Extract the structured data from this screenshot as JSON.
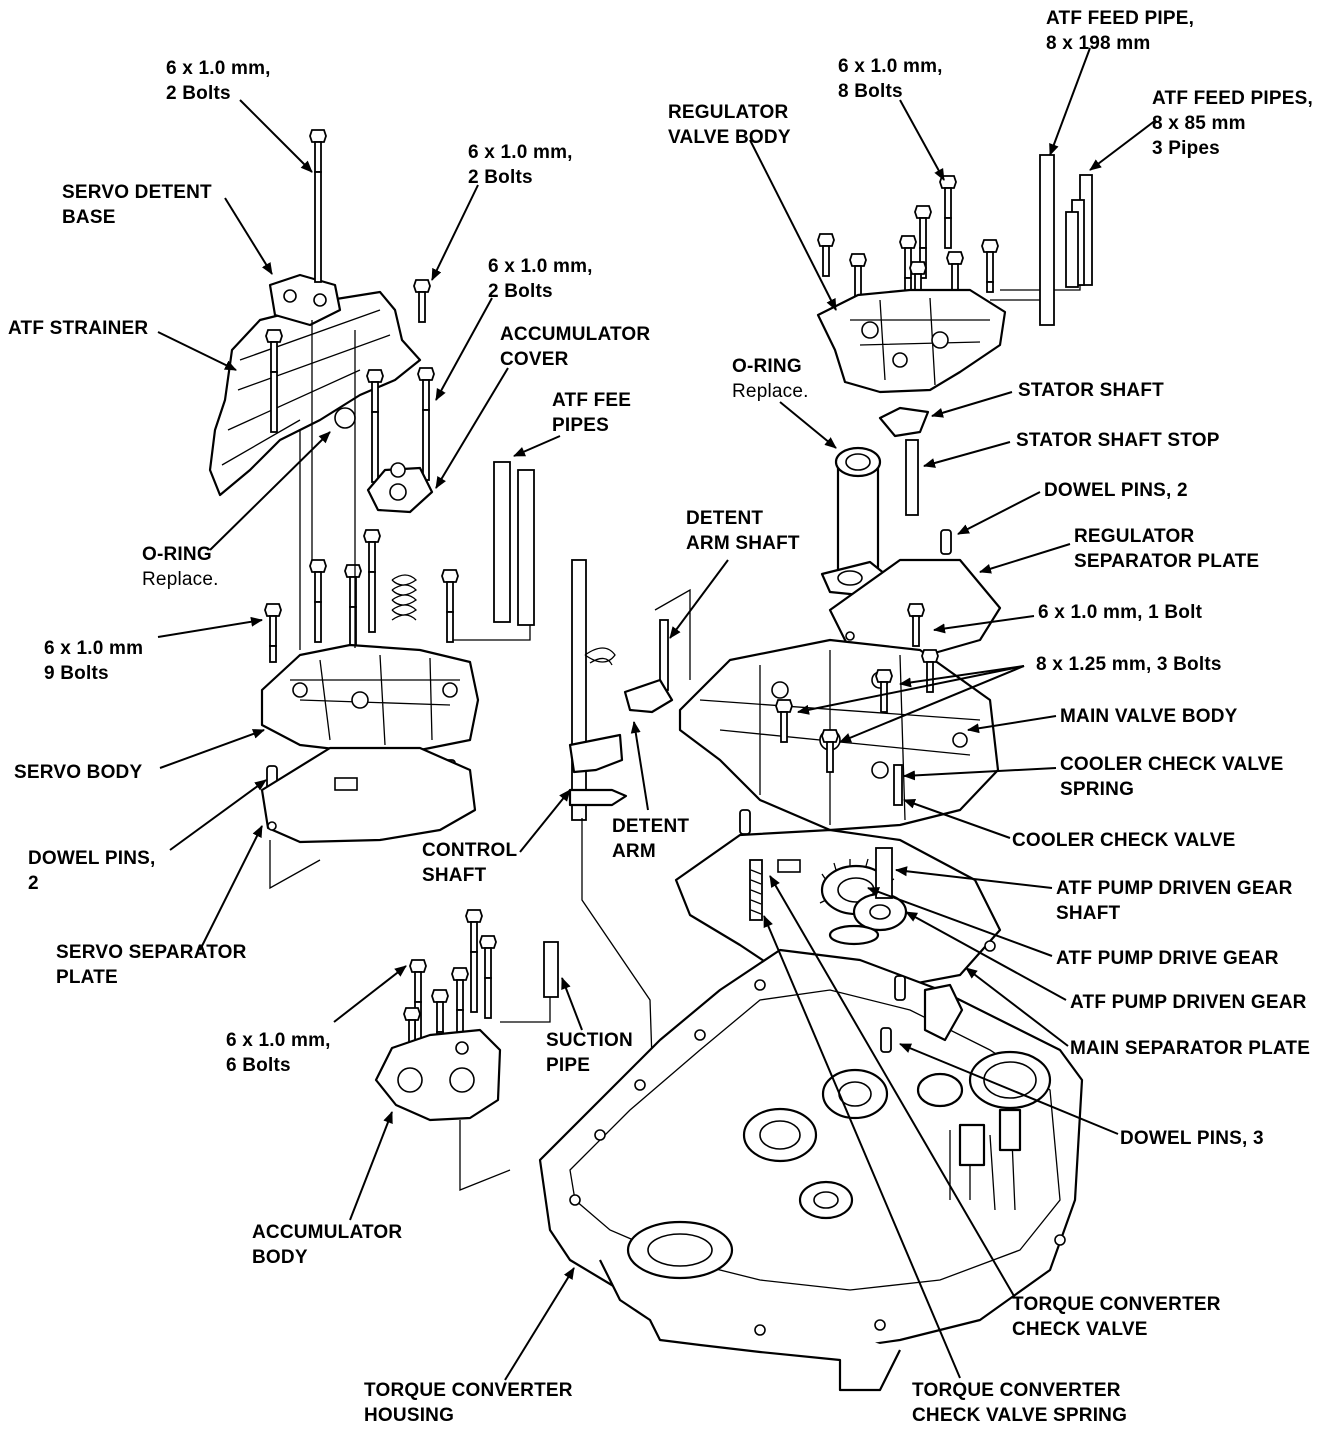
{
  "labels": {
    "bolts_2_top": [
      "6 x 1.0 mm,",
      "2 Bolts"
    ],
    "servo_detent_base": [
      "SERVO DETENT",
      "BASE"
    ],
    "bolts_2_mid": [
      "6 x 1.0 mm,",
      "2 Bolts"
    ],
    "atf_strainer": [
      "ATF STRAINER"
    ],
    "bolts_2_acc": [
      "6 x 1.0 mm,",
      "2 Bolts"
    ],
    "accumulator_cover": [
      "ACCUMULATOR",
      "COVER"
    ],
    "atf_fee_pipes": [
      "ATF FEE",
      "PIPES"
    ],
    "o_ring_left": [
      "O-RING"
    ],
    "o_ring_left_note": "Replace.",
    "bolts_9": [
      "6 x 1.0 mm",
      "9 Bolts"
    ],
    "servo_body": [
      "SERVO BODY"
    ],
    "dowel_pins_2_left": [
      "DOWEL PINS,",
      "2"
    ],
    "servo_separator_plate": [
      "SERVO SEPARATOR",
      "PLATE"
    ],
    "control_shaft": [
      "CONTROL",
      "SHAFT"
    ],
    "detent_arm_shaft": [
      "DETENT",
      "ARM SHAFT"
    ],
    "detent_arm": [
      "DETENT",
      "ARM"
    ],
    "bolts_6": [
      "6 x 1.0 mm,",
      "6 Bolts"
    ],
    "suction_pipe": [
      "SUCTION",
      "PIPE"
    ],
    "accumulator_body": [
      "ACCUMULATOR",
      "BODY"
    ],
    "torque_converter_housing": [
      "TORQUE CONVERTER",
      "HOUSING"
    ],
    "atf_feed_pipe": [
      "ATF FEED PIPE,",
      "8 x 198 mm"
    ],
    "bolts_8": [
      "6 x 1.0 mm,",
      "8 Bolts"
    ],
    "atf_feed_pipes_3": [
      "ATF FEED PIPES,",
      "8 x 85 mm",
      "3 Pipes"
    ],
    "regulator_valve_body": [
      "REGULATOR",
      "VALVE BODY"
    ],
    "o_ring_right": [
      "O-RING"
    ],
    "o_ring_right_note": "Replace.",
    "stator_shaft": [
      "STATOR SHAFT"
    ],
    "stator_shaft_stop": [
      "STATOR SHAFT STOP"
    ],
    "dowel_pins_2_right": [
      "DOWEL PINS, 2"
    ],
    "regulator_separator_plate": [
      "REGULATOR",
      "SEPARATOR PLATE"
    ],
    "bolt_1": [
      "6 x 1.0 mm, 1 Bolt"
    ],
    "bolts_3": [
      "8 x 1.25 mm, 3 Bolts"
    ],
    "main_valve_body": [
      "MAIN VALVE BODY"
    ],
    "cooler_check_valve_spring": [
      "COOLER CHECK VALVE",
      "SPRING"
    ],
    "cooler_check_valve": [
      "COOLER CHECK VALVE"
    ],
    "atf_pump_driven_gear_shaft": [
      "ATF PUMP DRIVEN GEAR",
      "SHAFT"
    ],
    "atf_pump_drive_gear": [
      "ATF PUMP DRIVE GEAR"
    ],
    "atf_pump_driven_gear": [
      "ATF PUMP DRIVEN GEAR"
    ],
    "main_separator_plate": [
      "MAIN SEPARATOR PLATE"
    ],
    "dowel_pins_3": [
      "DOWEL PINS, 3"
    ],
    "torque_converter_check_valve": [
      "TORQUE CONVERTER",
      "CHECK VALVE"
    ],
    "torque_converter_check_valve_spring": [
      "TORQUE CONVERTER",
      "CHECK VALVE SPRING"
    ]
  }
}
